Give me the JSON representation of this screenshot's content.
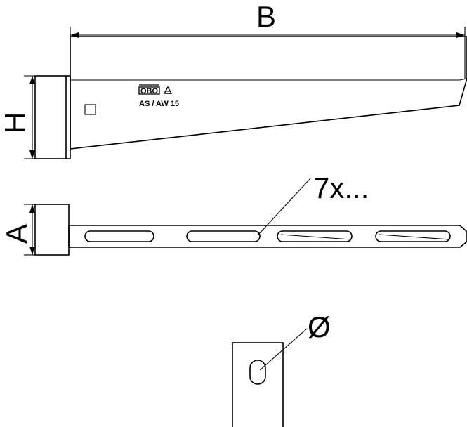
{
  "labels": {
    "width_dim": "B",
    "height_dim": "H",
    "thickness_dim": "A",
    "slot_count": "7x...",
    "hole_diameter": "Ø",
    "brand_logo": "OBO",
    "model_marking": "AS / AW 15"
  }
}
